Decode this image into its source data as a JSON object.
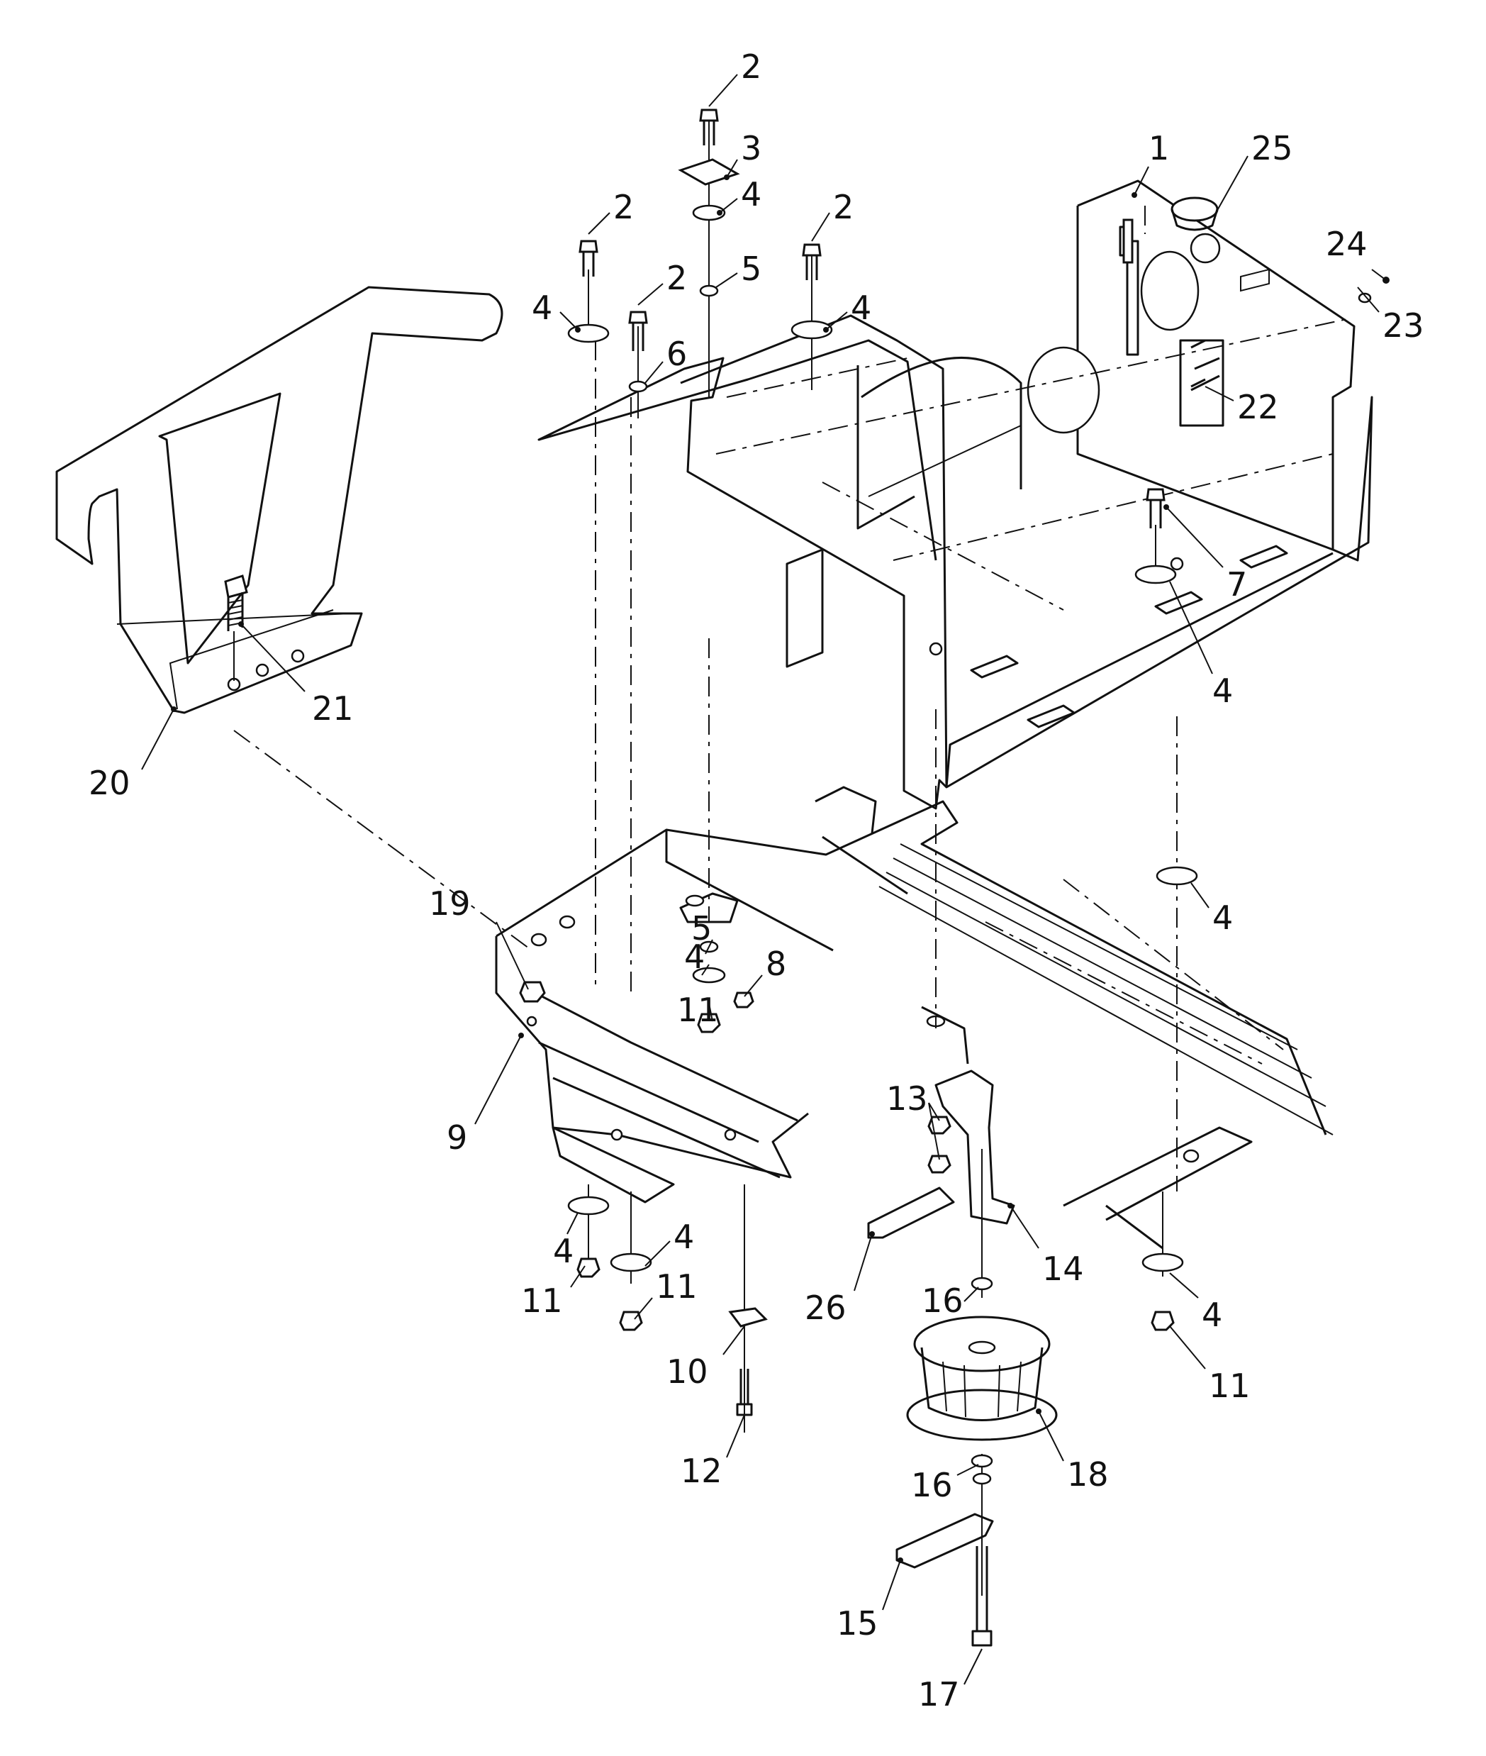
{
  "callouts": [
    {
      "id": "c-1",
      "text": "1"
    },
    {
      "id": "c-2a",
      "text": "2"
    },
    {
      "id": "c-2b",
      "text": "2"
    },
    {
      "id": "c-2c",
      "text": "2"
    },
    {
      "id": "c-2d",
      "text": "2"
    },
    {
      "id": "c-3",
      "text": "3"
    },
    {
      "id": "c-4a",
      "text": "4"
    },
    {
      "id": "c-4b",
      "text": "4"
    },
    {
      "id": "c-4c",
      "text": "4"
    },
    {
      "id": "c-4d",
      "text": "4"
    },
    {
      "id": "c-4e",
      "text": "4"
    },
    {
      "id": "c-4f",
      "text": "4"
    },
    {
      "id": "c-4g",
      "text": "4"
    },
    {
      "id": "c-4h",
      "text": "4"
    },
    {
      "id": "c-4i",
      "text": "4"
    },
    {
      "id": "c-5a",
      "text": "5"
    },
    {
      "id": "c-5b",
      "text": "5"
    },
    {
      "id": "c-6",
      "text": "6"
    },
    {
      "id": "c-7",
      "text": "7"
    },
    {
      "id": "c-8",
      "text": "8"
    },
    {
      "id": "c-9",
      "text": "9"
    },
    {
      "id": "c-10",
      "text": "10"
    },
    {
      "id": "c-11a",
      "text": "11"
    },
    {
      "id": "c-11b",
      "text": "11"
    },
    {
      "id": "c-11c",
      "text": "11"
    },
    {
      "id": "c-11d",
      "text": "11"
    },
    {
      "id": "c-12",
      "text": "12"
    },
    {
      "id": "c-13",
      "text": "13"
    },
    {
      "id": "c-14",
      "text": "14"
    },
    {
      "id": "c-15",
      "text": "15"
    },
    {
      "id": "c-16a",
      "text": "16"
    },
    {
      "id": "c-16b",
      "text": "16"
    },
    {
      "id": "c-17",
      "text": "17"
    },
    {
      "id": "c-18",
      "text": "18"
    },
    {
      "id": "c-19",
      "text": "19"
    },
    {
      "id": "c-20",
      "text": "20"
    },
    {
      "id": "c-21",
      "text": "21"
    },
    {
      "id": "c-22",
      "text": "22"
    },
    {
      "id": "c-23",
      "text": "23"
    },
    {
      "id": "c-24",
      "text": "24"
    },
    {
      "id": "c-25",
      "text": "25"
    },
    {
      "id": "c-26",
      "text": "26"
    }
  ]
}
